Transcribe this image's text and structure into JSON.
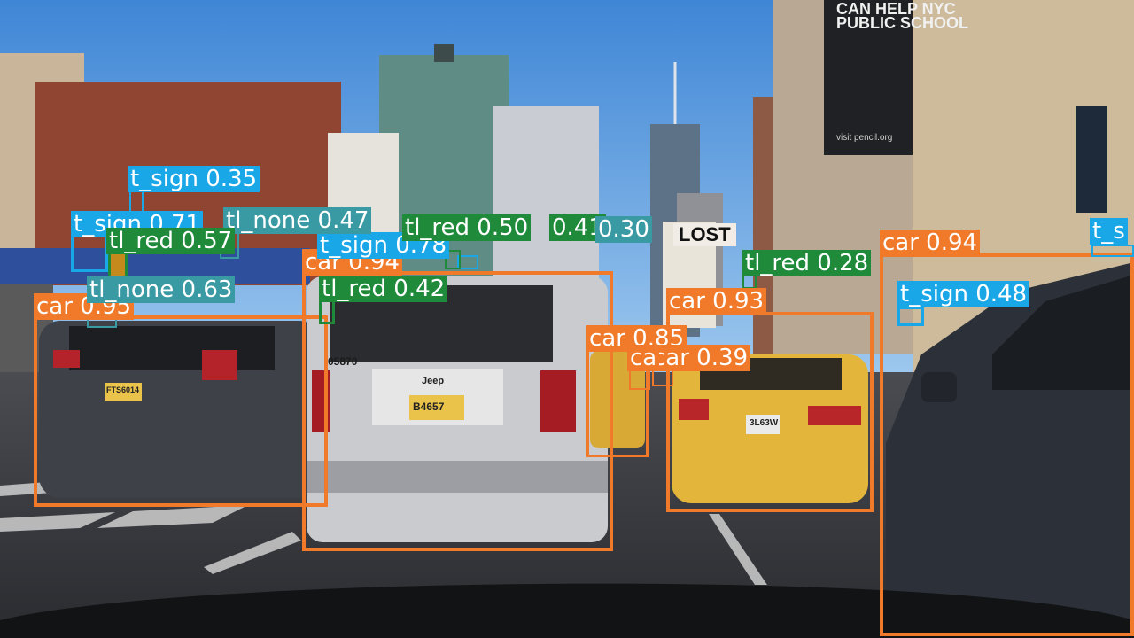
{
  "colors": {
    "car": "#f07a2a",
    "t_sign": "#1aa7e8",
    "tl_red": "#1e8a3a",
    "tl_none": "#3a9aa3"
  },
  "scene": {
    "billboard_line1": "CAN HELP NYC",
    "billboard_line2": "PUBLIC SCHOOL",
    "billboard_url": "visit pencil.org",
    "lost_poster": "LOST",
    "plate_white_jeep": "B4657",
    "badge_white_jeep": "Jeep",
    "plate_taxi": "3L63W",
    "plate_honda": "FTS6014",
    "jeep_number": "05870"
  },
  "detections": [
    {
      "cls": "car",
      "label": "car 0.95"
    },
    {
      "cls": "car",
      "label": "car 0.94"
    },
    {
      "cls": "car",
      "label": "car 0.93"
    },
    {
      "cls": "car",
      "label": "car 0.94"
    },
    {
      "cls": "car",
      "label": "car 0.85"
    },
    {
      "cls": "car",
      "label": "car 0.39"
    },
    {
      "cls": "car",
      "label": "ca"
    },
    {
      "cls": "t_sign",
      "label": "t_sign 0.35"
    },
    {
      "cls": "t_sign",
      "label": "t_sign 0.71"
    },
    {
      "cls": "t_sign",
      "label": "t_sign 0.48"
    },
    {
      "cls": "t_sign",
      "label": "t_sign 0.78"
    },
    {
      "cls": "t_sign",
      "label": "t_s"
    },
    {
      "cls": "tl_none",
      "label": "tl_none 0.47"
    },
    {
      "cls": "tl_none",
      "label": "tl_none 0.63"
    },
    {
      "cls": "tl_red",
      "label": "tl_red 0.57"
    },
    {
      "cls": "tl_red",
      "label": "tl_red 0.50"
    },
    {
      "cls": "tl_red",
      "label": "0.41"
    },
    {
      "cls": "tl_none",
      "label": "0.30"
    },
    {
      "cls": "tl_red",
      "label": "tl_red 0.42"
    },
    {
      "cls": "tl_red",
      "label": "tl_red 0.28"
    }
  ]
}
